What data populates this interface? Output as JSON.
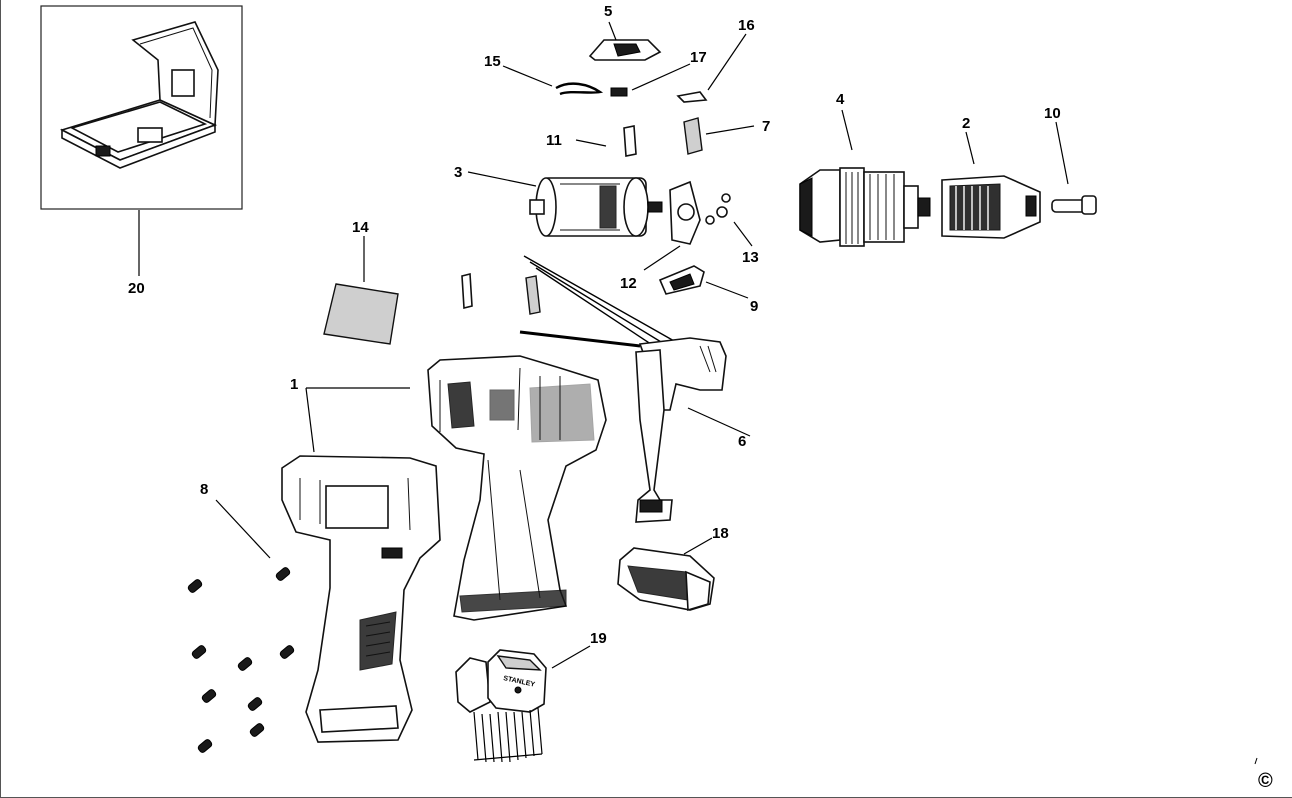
{
  "callouts": {
    "c1": "1",
    "c2": "2",
    "c3": "3",
    "c4": "4",
    "c5": "5",
    "c6": "6",
    "c7": "7",
    "c8": "8",
    "c9": "9",
    "c10": "10",
    "c11": "11",
    "c12": "12",
    "c13": "13",
    "c14": "14",
    "c15": "15",
    "c16": "16",
    "c17": "17",
    "c18": "18",
    "c19": "19",
    "c20": "20"
  },
  "brand_text": "STANLEY",
  "copyright": "©",
  "colors": {
    "line": "#000000",
    "background": "#ffffff"
  }
}
